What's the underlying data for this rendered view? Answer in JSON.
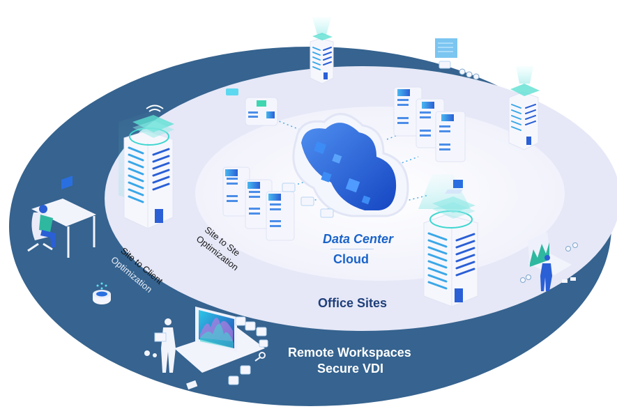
{
  "diagram": {
    "zones": {
      "core": {
        "title": "Data Center",
        "subtitle": "Cloud"
      },
      "middle": {
        "title": "Office Sites"
      },
      "outer": {
        "title_line1": "Remote Workspaces",
        "title_line2": "Secure VDI"
      }
    },
    "connections": {
      "site_to_site": {
        "line1": "Site to Ste",
        "line2": "Optimization"
      },
      "site_to_client": {
        "line1": "Site to Client",
        "line2": "Optimization"
      }
    },
    "colors": {
      "outer_ring": "#36638f",
      "middle_ring": "#e6e8f7",
      "core": "#f7f8fd",
      "accent_blue": "#1a63c9",
      "office_text": "#1f3f7a",
      "teal": "#3fd6d0"
    },
    "nodes": [
      {
        "id": "cloud",
        "icon": "cloud-icon"
      },
      {
        "id": "server-rack-left",
        "icon": "server-rack-icon"
      },
      {
        "id": "server-rack-right",
        "icon": "server-rack-icon"
      },
      {
        "id": "server-single",
        "icon": "server-icon"
      },
      {
        "id": "office-building-left",
        "icon": "office-building-icon"
      },
      {
        "id": "office-building-right",
        "icon": "office-building-icon"
      },
      {
        "id": "office-building-top",
        "icon": "office-building-icon"
      },
      {
        "id": "office-building-top-right",
        "icon": "office-building-icon"
      },
      {
        "id": "remote-worker-desk",
        "icon": "desk-worker-icon"
      },
      {
        "id": "remote-worker-laptop",
        "icon": "laptop-analyst-icon"
      },
      {
        "id": "remote-worker-woman",
        "icon": "woman-laptop-icon"
      },
      {
        "id": "remote-monitor",
        "icon": "monitor-icon"
      },
      {
        "id": "router",
        "icon": "router-icon"
      }
    ]
  }
}
